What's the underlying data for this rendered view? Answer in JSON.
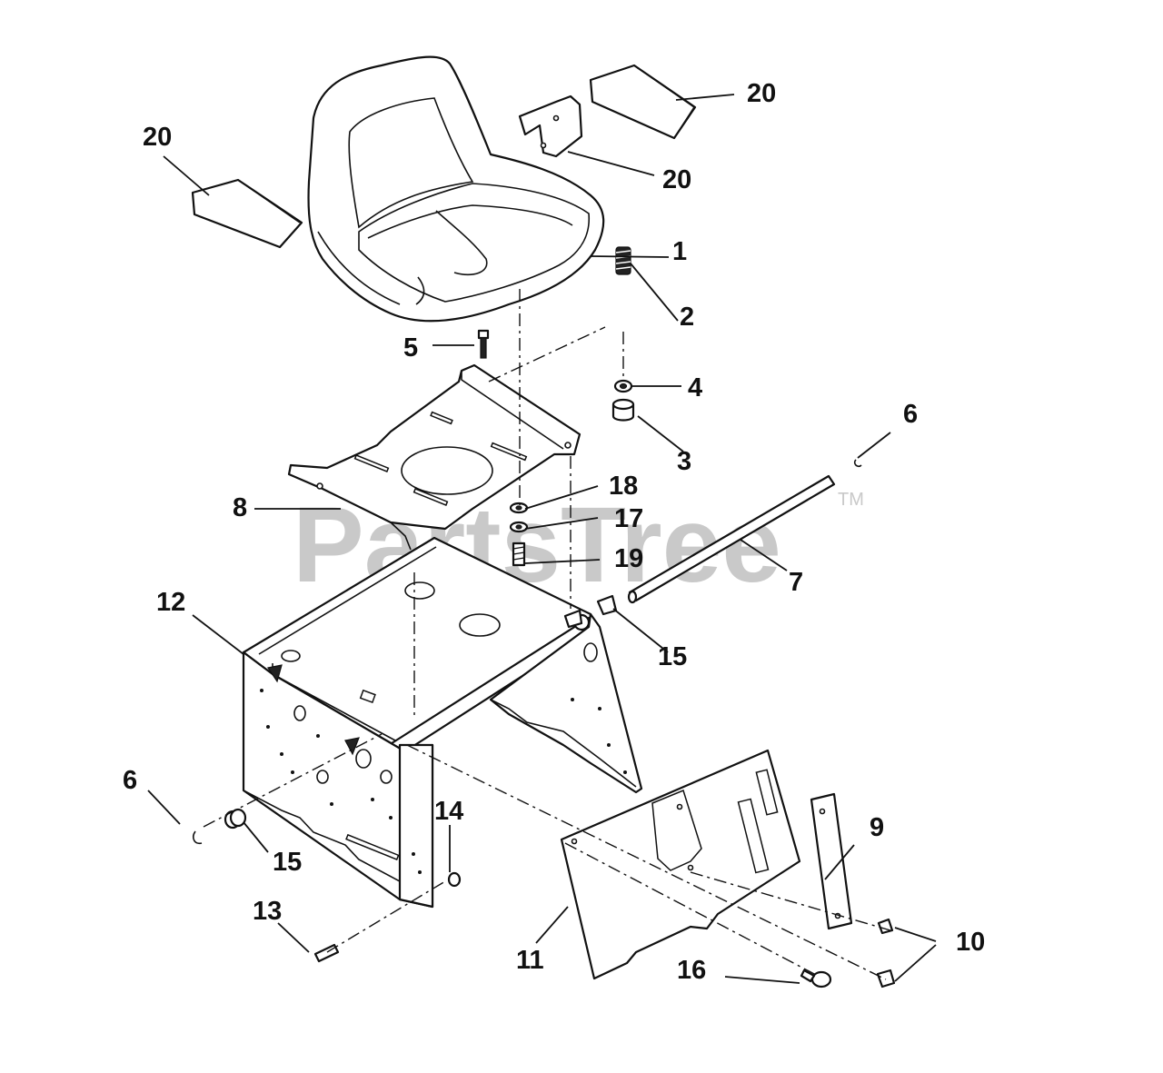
{
  "watermark": {
    "text": "PartsTree",
    "trademark": "TM"
  },
  "callouts": [
    {
      "id": "c20a",
      "label": "20"
    },
    {
      "id": "c20b",
      "label": "20"
    },
    {
      "id": "c20c",
      "label": "20"
    },
    {
      "id": "c1",
      "label": "1"
    },
    {
      "id": "c2",
      "label": "2"
    },
    {
      "id": "c5",
      "label": "5"
    },
    {
      "id": "c4",
      "label": "4"
    },
    {
      "id": "c3",
      "label": "3"
    },
    {
      "id": "c6a",
      "label": "6"
    },
    {
      "id": "c18",
      "label": "18"
    },
    {
      "id": "c17",
      "label": "17"
    },
    {
      "id": "c8",
      "label": "8"
    },
    {
      "id": "c19",
      "label": "19"
    },
    {
      "id": "c7",
      "label": "7"
    },
    {
      "id": "c12",
      "label": "12"
    },
    {
      "id": "c15a",
      "label": "15"
    },
    {
      "id": "c6b",
      "label": "6"
    },
    {
      "id": "c14",
      "label": "14"
    },
    {
      "id": "c9",
      "label": "9"
    },
    {
      "id": "c15b",
      "label": "15"
    },
    {
      "id": "c13",
      "label": "13"
    },
    {
      "id": "c10",
      "label": "10"
    },
    {
      "id": "c11",
      "label": "11"
    },
    {
      "id": "c16",
      "label": "16"
    }
  ]
}
